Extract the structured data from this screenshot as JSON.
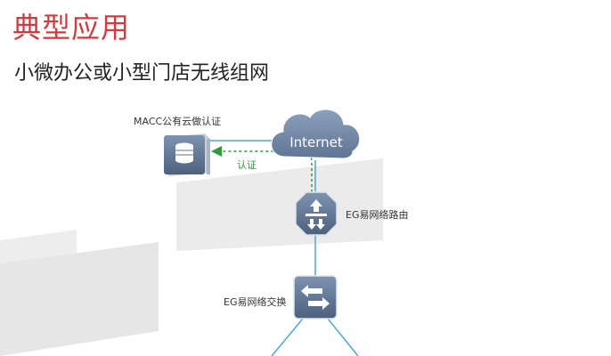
{
  "header": {
    "title": "典型应用",
    "subtitle": "小微办公或小型门店无线组网"
  },
  "diagram": {
    "nodes": {
      "internet": {
        "label": "Internet",
        "icon": "cloud-icon"
      },
      "macc": {
        "label": "MACC公有云做认证",
        "icon": "server-icon"
      },
      "router": {
        "label": "EG易网络路由",
        "icon": "router-icon"
      },
      "switch": {
        "label": "EG易网络交换",
        "icon": "switch-icon"
      }
    },
    "edges": {
      "auth": {
        "label": "认证",
        "color": "#2e9a3a",
        "style": "dashed"
      }
    },
    "colors": {
      "title": "#d23a3f",
      "link": "#4aa8d8",
      "device": "#5c7290",
      "cloud": "#6f84a0"
    }
  }
}
